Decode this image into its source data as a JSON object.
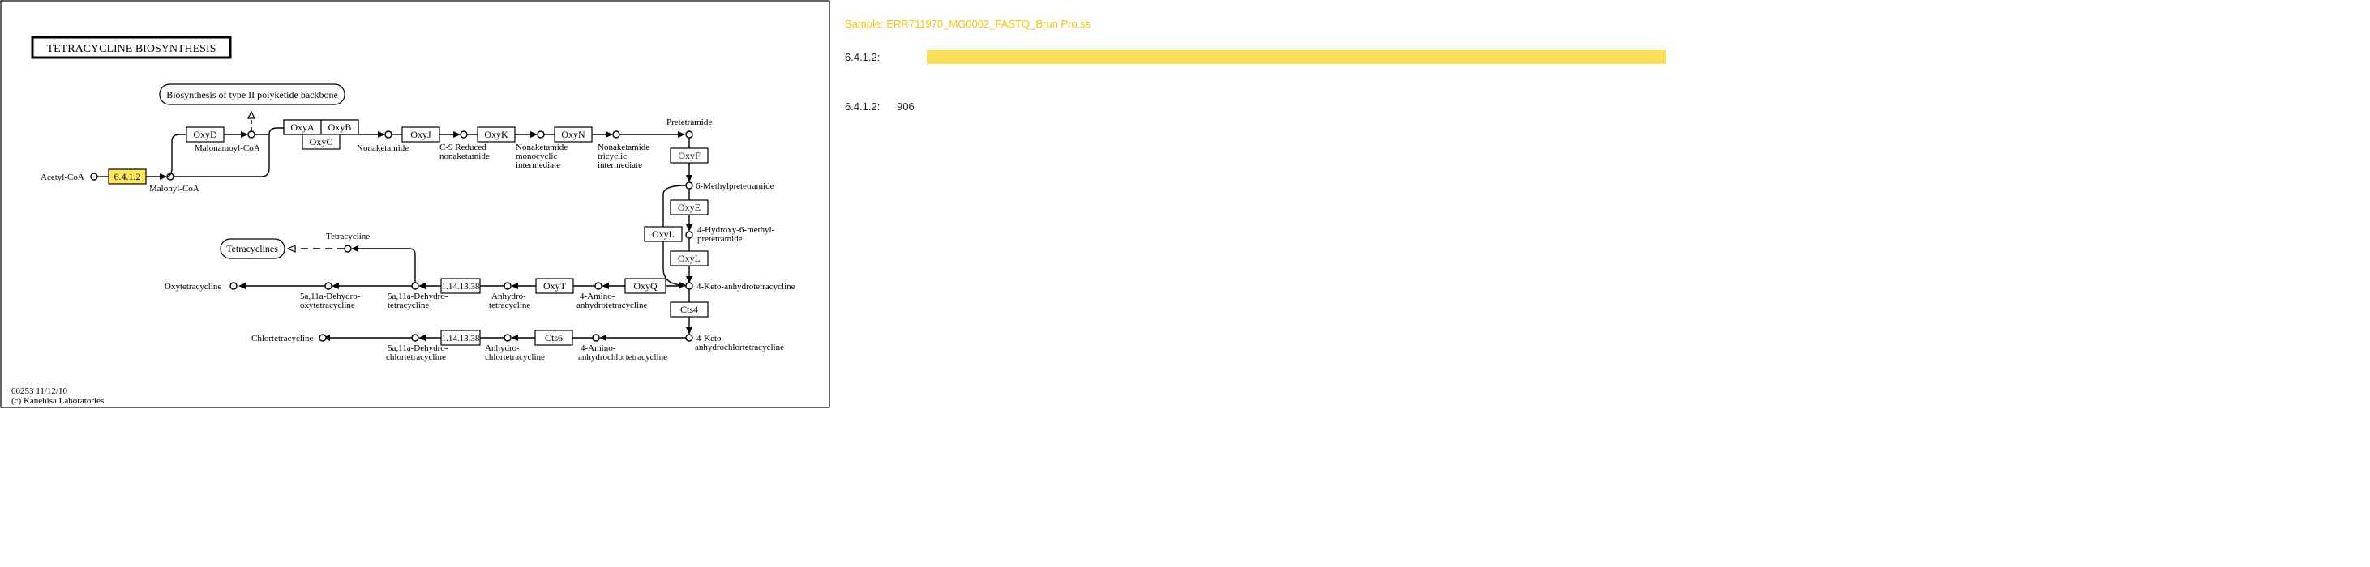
{
  "map": {
    "title": "TETRACYCLINE  BIOSYNTHESIS",
    "footer_id": "00253 11/12/10",
    "footer_copyright": "(c) Kanehisa Laboratories",
    "highlight_color": "#ffe65a",
    "enzymes": {
      "ec_64123": "6.4.1.2",
      "oxyd": "OxyD",
      "oxya": "OxyA",
      "oxyb": "OxyB",
      "oxyc": "OxyC",
      "oxyj": "OxyJ",
      "oxyk": "OxyK",
      "oxyn": "OxyN",
      "oxyf": "OxyF",
      "oxye": "OxyE",
      "oxyl_left": "OxyL",
      "oxyl_right": "OxyL",
      "oxyq": "OxyQ",
      "oxyt": "OxyT",
      "ec_11413_upper": "1.14.13.38",
      "cts4": "Cts4",
      "cts6": "Cts6",
      "ec_11413_lower": "1.14.13.38"
    },
    "maps": {
      "polyketide": "Biosynthesis of type II polyketide backbone",
      "tetracyclines": "Tetracyclines"
    },
    "compounds": {
      "acetyl_coa": "Acetyl-CoA",
      "malonyl_coa": "Malonyl-CoA",
      "malonamoyl_coa": "Malonamoyl-CoA",
      "nonaketamide": "Nonaketamide",
      "c9_reduced_1": "C-9 Reduced",
      "c9_reduced_2": "nonaketamide",
      "monocyclic_1": "Nonaketamide",
      "monocyclic_2": "monocyclic",
      "monocyclic_3": "intermediate",
      "tricyclic_1": "Nonaketamide",
      "tricyclic_2": "tricyclic",
      "tricyclic_3": "intermediate",
      "pretetramide": "Pretetramide",
      "methylpretetramide": "6-Methylpretetramide",
      "hydroxy_1": "4-Hydroxy-6-methyl-",
      "hydroxy_2": "pretetramide",
      "keto_anhydro": "4-Keto-anhydrotetracycline",
      "keto_anhydrochloro_1": "4-Keto-",
      "keto_anhydrochloro_2": "anhydrochlortetracycline",
      "tetracycline": "Tetracycline",
      "dehydro_tetra_1": "5a,11a-Dehydro-",
      "dehydro_tetra_2": "tetracycline",
      "dehydro_oxy_1": "5a,11a-Dehydro-",
      "dehydro_oxy_2": "oxytetracycline",
      "oxytetracycline": "Oxytetracycline",
      "anhydro_tetra_1": "Anhydro-",
      "anhydro_tetra_2": "tetracycline",
      "amino_anhydro_1": "4-Amino-",
      "amino_anhydro_2": "anhydrotetracycline",
      "chlortetracycline": "Chlortetracycline",
      "dehydro_chlor_1": "5a,11a-Dehydro-",
      "dehydro_chlor_2": "chlortetracycline",
      "anhydro_chlor_1": "Anhydro-",
      "anhydro_chlor_2": "chlortetracycline",
      "amino_anhydrochlor_1": "4-Amino-",
      "amino_anhydrochlor_2": "anhydrochlortetracycline"
    }
  },
  "panel": {
    "sample_title": "Sample: ERR711970_MG0002_FASTQ_Brun Pro.ss",
    "rows": [
      {
        "label": "6.4.1.2:",
        "value": ""
      },
      {
        "label": "6.4.1.2:",
        "value": "906"
      }
    ],
    "bar": {
      "label": "6.4.1.2:",
      "fraction": 1.0,
      "color": "#f9df56"
    }
  }
}
